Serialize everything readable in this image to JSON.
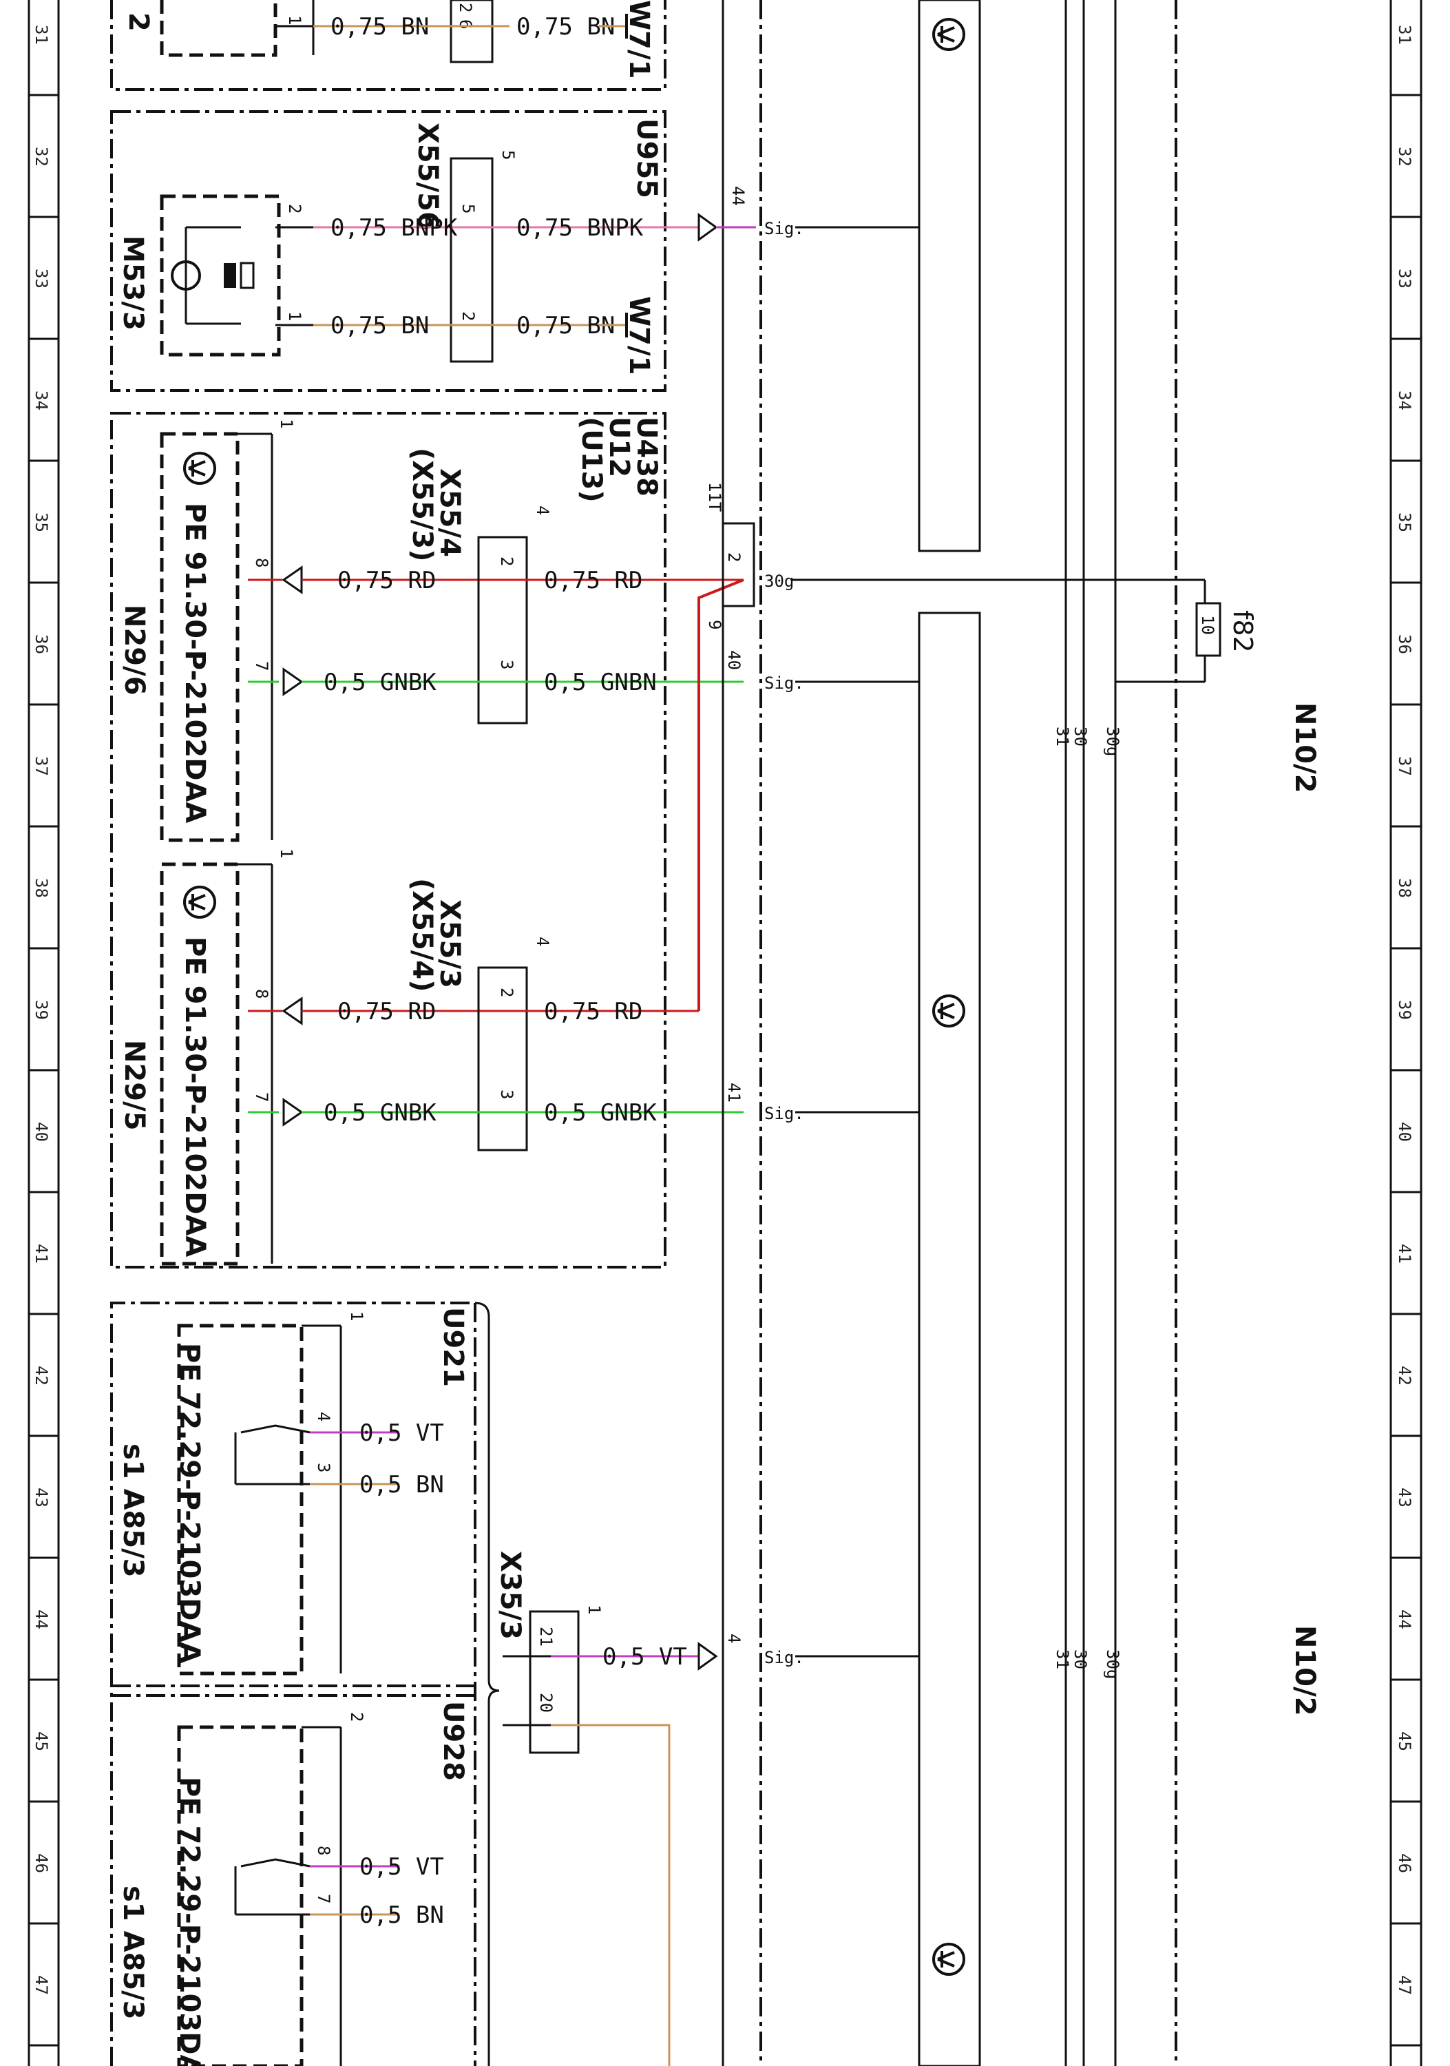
{
  "ruler_numbers": [
    "31",
    "32",
    "33",
    "34",
    "35",
    "36",
    "37",
    "38",
    "39",
    "40",
    "41",
    "42",
    "43",
    "44",
    "45",
    "46",
    "47"
  ],
  "colors": {
    "brown": "#c8945a",
    "pink": "#e07aa8",
    "red": "#cc1a1a",
    "green": "#2ecc2e",
    "violet": "#c03cc0",
    "black": "#111111"
  },
  "wires": {
    "w1": "0,75 BN",
    "w2": "0,75 BN",
    "w3": "0,75 BNPK",
    "w4": "0,75 BNPK",
    "w5": "0,75 BN",
    "w6": "0,75 BN",
    "w7": "0,75 RD",
    "w8": "0,75 RD",
    "w9": "0,5 GNBK",
    "w10": "0,5 GNBN",
    "w11": "0,75 RD",
    "w12": "0,75 RD",
    "w13": "0,5 GNBK",
    "w14": "0,5 GNBK",
    "w15": "0,5 VT",
    "w16": "0,5 BN",
    "w17": "0,5 VT",
    "w18": "0,5 VT",
    "w19": "0,5 BN"
  },
  "components": {
    "w71_top": "W7/1",
    "w71_mid": "W7/1",
    "u955": "U955",
    "x5556": "X55/56",
    "m533": "M53/3",
    "u438": "U438",
    "u12": "U12",
    "u13": "(U13)",
    "x554": "X55/4",
    "x553_paren": "(X55/3)",
    "x553": "X55/3",
    "x554_paren": "(X55/4)",
    "n296": "N29/6",
    "n295": "N29/5",
    "pe_n296": "PE 91.30-P-2102DAA",
    "pe_n295": "PE 91.30-P-2102DAA",
    "u921": "U921",
    "u928": "U928",
    "x353": "X35/3",
    "s1_a853_1": "s1 A85/3",
    "s1_a853_2": "s1 A85/3",
    "pe_u921": "PE 72.29-P-2103DAA",
    "pe_u928": "PE 72.29-P-2103DAA",
    "f82": "f82",
    "f82_val": "10",
    "n102_a": "N10/2",
    "n102_b": "N10/2",
    "top_left_2": "2"
  },
  "pins": {
    "p1": "1",
    "p2": "2",
    "p3": "5",
    "p4": "5",
    "p5": "2",
    "p6": "1",
    "p7": "2",
    "p8": "44",
    "p9": "1",
    "p10": "4",
    "p11": "8",
    "p12": "2",
    "p13": "7",
    "p14": "3",
    "p15": "11T",
    "p16": "2",
    "p17": "9",
    "p18": "40",
    "p19": "1",
    "p20": "4",
    "p21": "8",
    "p22": "2",
    "p23": "7",
    "p24": "3",
    "p25": "41",
    "p26": "1",
    "p27": "4",
    "p28": "3",
    "p29": "1",
    "p30": "21",
    "p31": "20",
    "p32": "4",
    "p33": "2",
    "p34": "8",
    "p35": "7",
    "p36": "2",
    "p37": "6"
  },
  "signals": {
    "sig1": "Sig.",
    "sig2": "30g",
    "sig3": "Sig.",
    "sig4": "Sig.",
    "sig5": "Sig."
  },
  "bus": {
    "a_31": "31",
    "a_30": "30",
    "a_30g": "30g",
    "b_31": "31",
    "b_30": "30",
    "b_30g": "30g"
  }
}
